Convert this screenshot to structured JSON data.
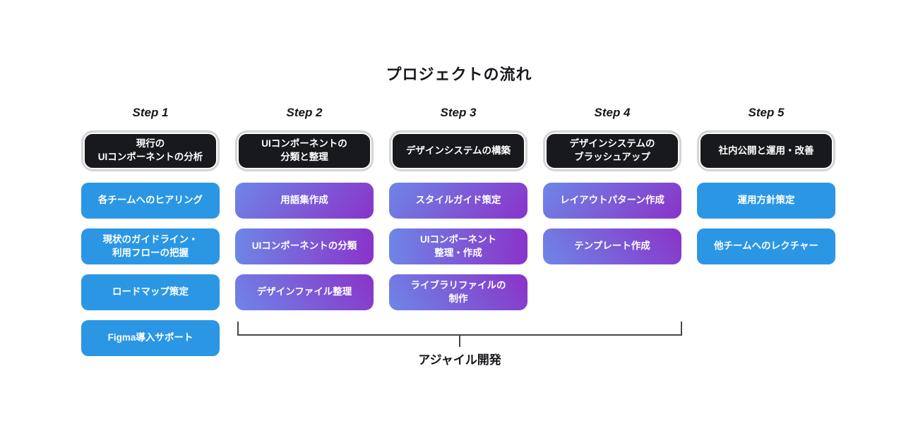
{
  "title": "プロジェクトの流れ",
  "bracket": {
    "label": "アジャイル開発"
  },
  "steps": [
    {
      "label": "Step 1",
      "header": "現行の\nUIコンポーネントの分析",
      "style": "blue",
      "cards": [
        "各チームへのヒアリング",
        "現状のガイドライン・\n利用フローの把握",
        "ロードマップ策定",
        "Figma導入サポート"
      ]
    },
    {
      "label": "Step 2",
      "header": "UIコンポーネントの\n分類と整理",
      "style": "gradient",
      "cards": [
        "用語集作成",
        "UIコンポーネントの分類",
        "デザインファイル整理"
      ]
    },
    {
      "label": "Step 3",
      "header": "デザインシステムの構築",
      "style": "gradient",
      "cards": [
        "スタイルガイド策定",
        "UIコンポーネント\n整理・作成",
        "ライブラリファイルの\n制作"
      ]
    },
    {
      "label": "Step 4",
      "header": "デザインシステムの\nブラッシュアップ",
      "style": "gradient",
      "cards": [
        "レイアウトパターン作成",
        "テンプレート作成"
      ]
    },
    {
      "label": "Step 5",
      "header": "社内公開と運用・改善",
      "style": "blue",
      "cards": [
        "運用方針策定",
        "他チームへのレクチャー"
      ]
    }
  ],
  "colors": {
    "card-blue": "#2B97E4",
    "grad-from": "#6E86E7",
    "grad-to": "#8A33C8",
    "header-bg": "#17191D",
    "header-ring": "#D4D4D4",
    "bracket": "#47474B",
    "text-dark": "#16181D"
  }
}
